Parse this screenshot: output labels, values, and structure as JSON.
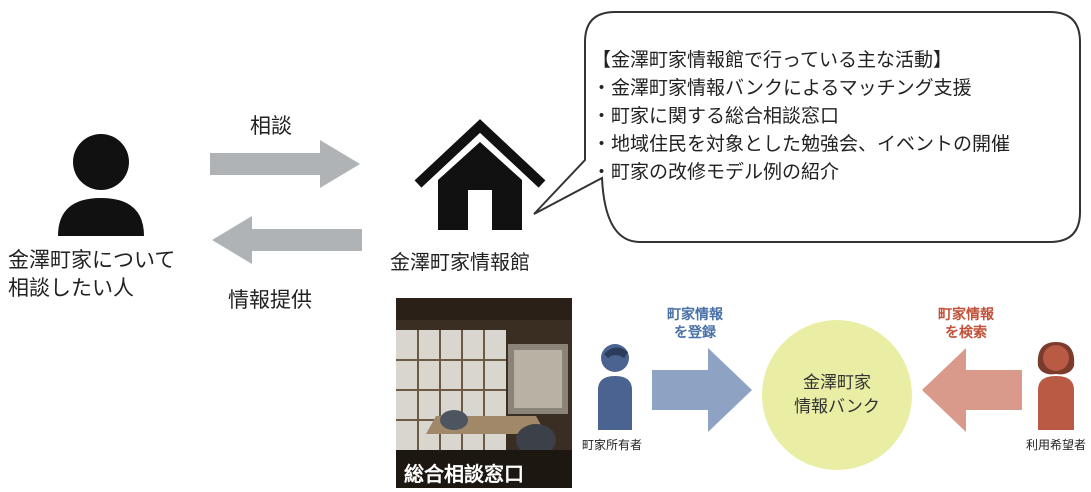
{
  "left_person": {
    "caption_line1": "金澤町家について",
    "caption_line2": "相談したい人"
  },
  "arrows": {
    "top_label": "相談",
    "bottom_label": "情報提供"
  },
  "house": {
    "caption": "金澤町家情報館"
  },
  "bubble": {
    "title": "【金澤町家情報館で行っている主な活動】",
    "items": [
      "・金澤町家情報バンクによるマッチング支援",
      "・町家に関する総合相談窓口",
      "・地域住民を対象とした勉強会、イベントの開催",
      "・町家の改修モデル例の紹介"
    ]
  },
  "photo": {
    "caption": "総合相談窓口"
  },
  "bank": {
    "circle_line1": "金澤町家",
    "circle_line2": "情報バンク",
    "left_arrow_line1": "町家情報",
    "left_arrow_line2": "を登録",
    "right_arrow_line1": "町家情報",
    "right_arrow_line2": "を検索",
    "owner_caption": "町家所有者",
    "user_caption": "利用希望者",
    "colors": {
      "register": "#4a72a8",
      "search": "#c2523a",
      "circle": "#e9eea4"
    }
  }
}
